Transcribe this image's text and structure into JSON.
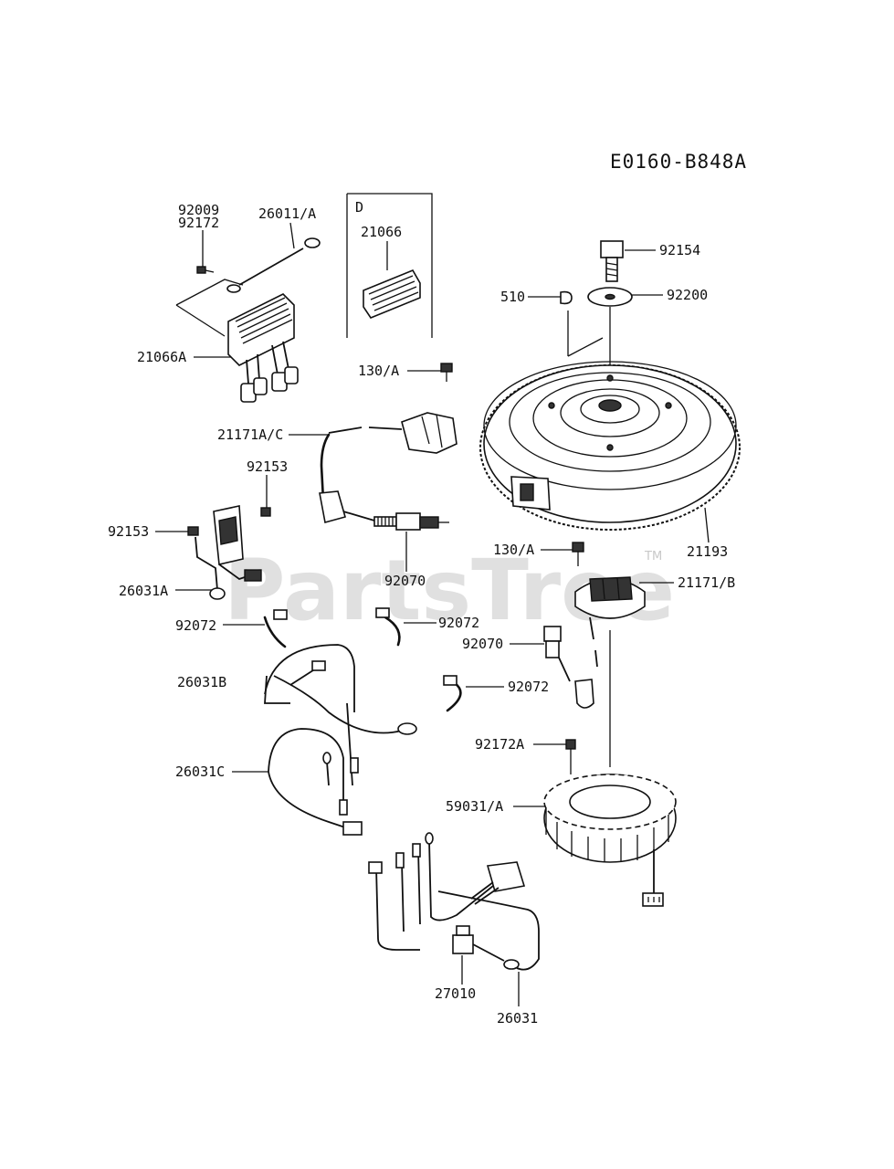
{
  "diagram_code": "E0160-B848A",
  "watermark": "PartsTree",
  "watermark_tm": "TM",
  "inset_letter": "D",
  "parts": {
    "p92009": "92009",
    "p92172": "92172",
    "p26011A": "26011/A",
    "p21066A": "21066A",
    "p21066": "21066",
    "p130A_top": "130/A",
    "p92154": "92154",
    "p510": "510",
    "p92200": "92200",
    "p21171AC": "21171A/C",
    "p92153_top": "92153",
    "p92153_left": "92153",
    "p26031A": "26031A",
    "p92070_center": "92070",
    "p21193": "21193",
    "p130A_mid": "130/A",
    "p21171B": "21171/B",
    "p92072_left": "92072",
    "p92072_mid": "92072",
    "p92070_right": "92070",
    "p26031B": "26031B",
    "p92072_right": "92072",
    "p92172A": "92172A",
    "p26031C": "26031C",
    "p59031A": "59031/A",
    "p27010": "27010",
    "p26031": "26031"
  }
}
